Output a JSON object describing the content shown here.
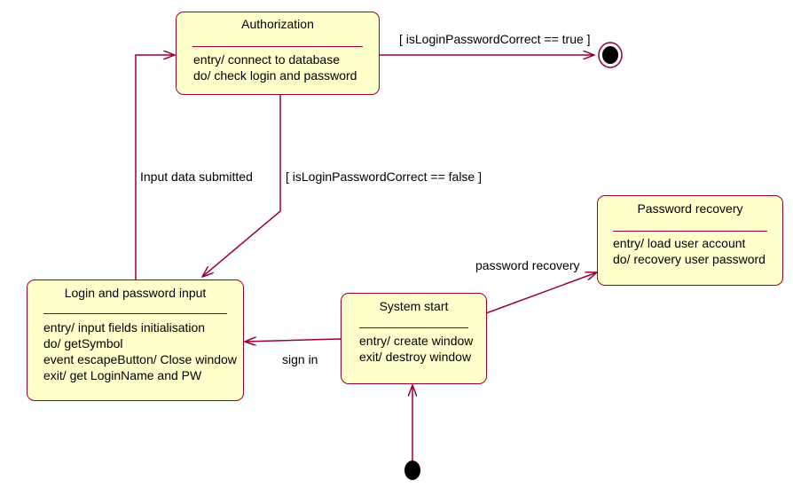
{
  "diagram": {
    "states": {
      "authorization": {
        "name": "Authorization",
        "actions": [
          "entry/ connect to database",
          "do/ check login and password"
        ]
      },
      "login_input": {
        "name": "Login and password input",
        "actions": [
          "entry/ input fields initialisation",
          "do/ getSymbol",
          "event escapeButton/ Close window",
          "exit/ get LoginName and PW"
        ]
      },
      "system_start": {
        "name": "System start",
        "actions": [
          "entry/ create window",
          "exit/ destroy window"
        ]
      },
      "password_recovery": {
        "name": "Password recovery",
        "actions": [
          "entry/ load user account",
          "do/ recovery user password"
        ]
      }
    },
    "transitions": {
      "login_correct": "[ isLoginPasswordCorrect == true ]",
      "login_incorrect": "[ isLoginPasswordCorrect == false ]",
      "input_submitted": "Input data submitted",
      "password_recovery": "password recovery",
      "sign_in": "sign in"
    },
    "colors": {
      "state_fill": "#ffffcc",
      "state_border": "#990033",
      "transition_line": "#990033",
      "pseudostate_fill": "#000000"
    }
  }
}
